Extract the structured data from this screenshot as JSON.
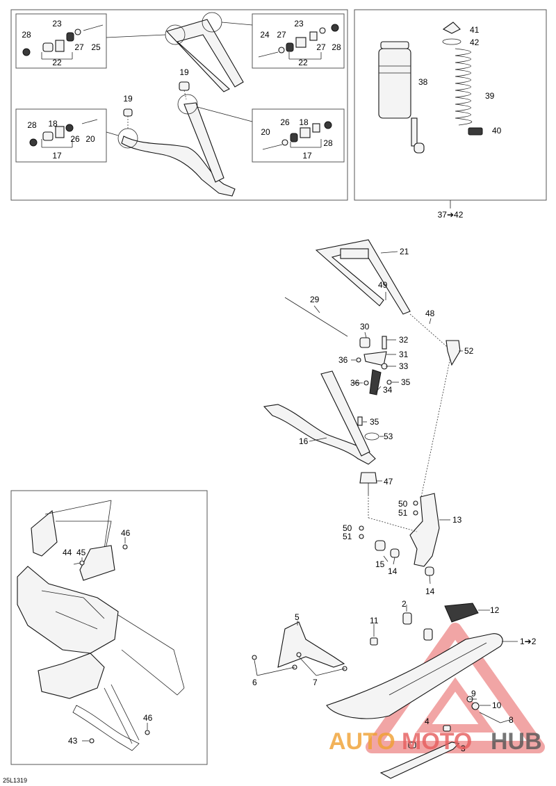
{
  "figure_code": "25L1319",
  "watermark": {
    "text_auto": "AUTO",
    "text_moto": "MOTO",
    "text_hub": "HUB",
    "color_primary": "#e65c5c",
    "color_accent": "#f0a030",
    "color_dark": "#555555"
  },
  "range_label": "37➔42",
  "callouts": {
    "top_left": [
      "28",
      "23",
      "22",
      "27",
      "25",
      "19",
      "28",
      "18",
      "17",
      "26",
      "20",
      "19"
    ],
    "top_right": [
      "24",
      "27",
      "23",
      "22",
      "27",
      "28",
      "20",
      "26",
      "18",
      "17",
      "28"
    ],
    "shock": [
      "41",
      "42",
      "38",
      "39",
      "40"
    ],
    "main": [
      "21",
      "49",
      "29",
      "48",
      "30",
      "32",
      "31",
      "52",
      "36",
      "33",
      "36",
      "35",
      "34",
      "35",
      "16",
      "53",
      "47",
      "50",
      "51",
      "13",
      "50",
      "51",
      "15",
      "14",
      "14",
      "2",
      "12",
      "11",
      "1➔2",
      "5",
      "6",
      "7",
      "9",
      "10",
      "8",
      "4",
      "3"
    ],
    "inset": [
      "46",
      "44",
      "45",
      "46",
      "43"
    ]
  }
}
